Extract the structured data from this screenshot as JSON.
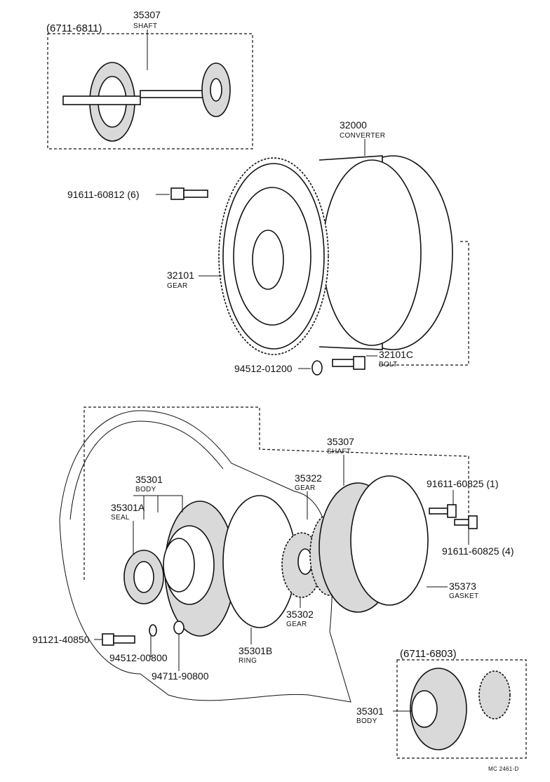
{
  "diagram_code": "MC 2461-D",
  "groups": {
    "top": "(6711-6811)",
    "bottom": "(6711-6803)"
  },
  "callouts": {
    "shaft_top": {
      "part": "35307",
      "label": "SHAFT"
    },
    "converter": {
      "part": "32000",
      "label": "CONVERTER"
    },
    "bolt_6": {
      "part": "91611-60812 (6)"
    },
    "gear_32101": {
      "part": "32101",
      "label": "GEAR"
    },
    "bolt_32101c": {
      "part": "32101C",
      "label": "BOLT"
    },
    "washer_94512_01200": {
      "part": "94512-01200"
    },
    "shaft_mid": {
      "part": "35307",
      "label": "SHAFT"
    },
    "body_35301": {
      "part": "35301",
      "label": "BODY"
    },
    "seal_35301a": {
      "part": "35301A",
      "label": "SEAL"
    },
    "gear_35322": {
      "part": "35322",
      "label": "GEAR"
    },
    "bolt_91611_60825_1": {
      "part": "91611-60825 (1)"
    },
    "bolt_91611_60825_4": {
      "part": "91611-60825 (4)"
    },
    "gasket_35373": {
      "part": "35373",
      "label": "GASKET"
    },
    "gear_35302": {
      "part": "35302",
      "label": "GEAR"
    },
    "bolt_91121_40850": {
      "part": "91121-40850"
    },
    "washer_94512_00800": {
      "part": "94512-00800"
    },
    "washer_94711_90800": {
      "part": "94711-90800"
    },
    "ring_35301b": {
      "part": "35301B",
      "label": "RING"
    },
    "body_bottom": {
      "part": "35301",
      "label": "BODY"
    }
  }
}
